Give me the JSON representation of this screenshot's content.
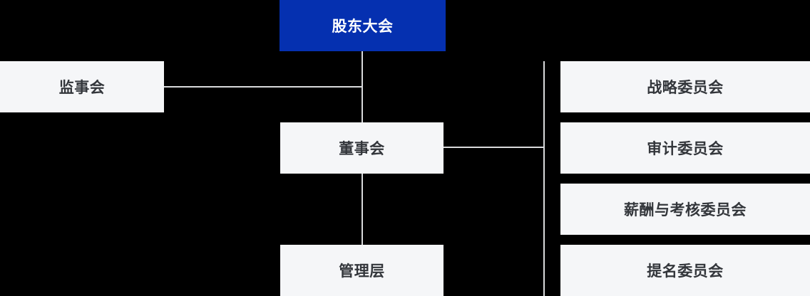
{
  "org_chart": {
    "type": "diagram",
    "root": {
      "label": "股东大会"
    },
    "supervisory": {
      "label": "监事会"
    },
    "board": {
      "label": "董事会"
    },
    "management": {
      "label": "管理层"
    },
    "committees": [
      {
        "label": "战略委员会"
      },
      {
        "label": "审计委员会"
      },
      {
        "label": "薪酬与考核委员会"
      },
      {
        "label": "提名委员会"
      }
    ],
    "colors": {
      "background": "#000000",
      "root_bg": "#0530b0",
      "root_text": "#ffffff",
      "node_bg": "#f5f6f8",
      "node_text": "#33363b",
      "connector": "#d9dadc"
    }
  }
}
